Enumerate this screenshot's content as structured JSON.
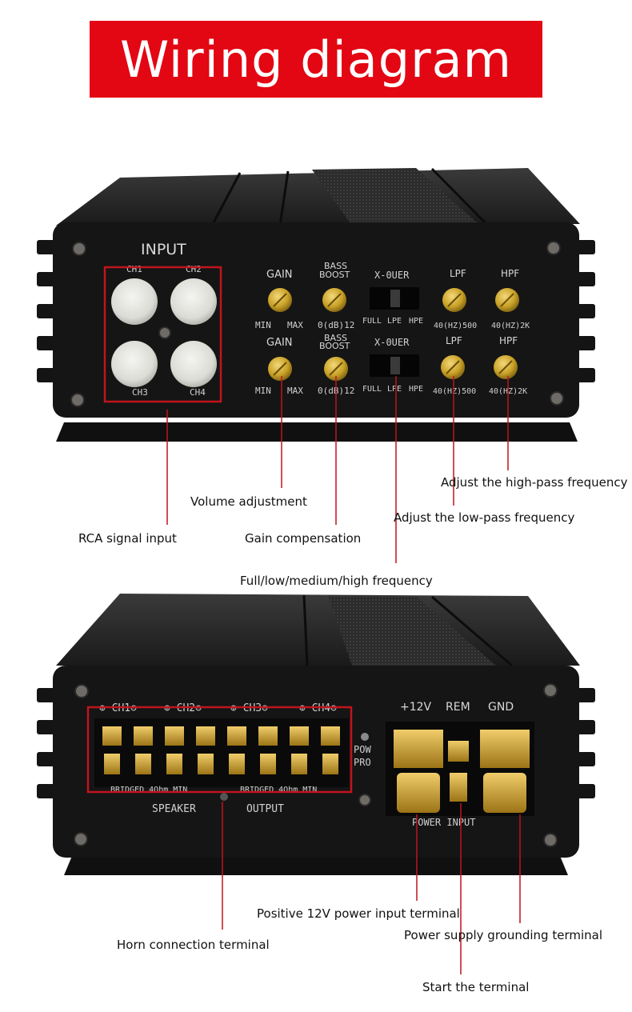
{
  "title": "Wiring diagram",
  "colors": {
    "banner": "#e30613",
    "callout": "#c0141c",
    "body": "#121212",
    "gold": "#c9a227"
  },
  "amp1": {
    "input_label": "INPUT",
    "channels": [
      "CH1",
      "CH2",
      "CH3",
      "CH4"
    ],
    "row1": {
      "gain": "GAIN",
      "gain_min": "MIN",
      "gain_max": "MAX",
      "bass": "BASS",
      "boost": "BOOST",
      "bass_range": "0(dB)12",
      "xover": "X-0UER",
      "x_full": "FULL",
      "x_lpf": "LPE",
      "x_hpf": "HPE",
      "lpf": "LPF",
      "lpf_range": "40(HZ)500",
      "hpf": "HPF",
      "hpf_range": "40(HZ)2K"
    },
    "row2": {
      "gain": "GAIN",
      "gain_min": "MIN",
      "gain_max": "MAX",
      "bass": "BASS",
      "boost": "BOOST",
      "bass_range": "0(dB)12",
      "xover": "X-0UER",
      "x_full": "FULL",
      "x_lpf": "LPE",
      "x_hpf": "HPE",
      "lpf": "LPF",
      "lpf_range": "40(HZ)500",
      "hpf": "HPF",
      "hpf_range": "40(HZ)2K"
    }
  },
  "amp2": {
    "ch1": "CH1",
    "ch2": "CH2",
    "ch3": "CH3",
    "ch4": "CH4",
    "bridged1": "BRIDGED 4Ohm MIN",
    "bridged2": "BRIDGED 4Ohm MIN",
    "speaker": "SPEAKER",
    "output": "OUTPUT",
    "pow": "POW",
    "pro": "PRO",
    "v12": "+12V",
    "rem": "REM",
    "gnd": "GND",
    "power_input": "POWER INPUT"
  },
  "callouts": {
    "hpf": "Adjust the high-pass frequency",
    "volume": "Volume adjustment",
    "lpf": "Adjust the low-pass frequency",
    "rca": "RCA signal input",
    "gain_comp": "Gain compensation",
    "full": "Full/low/medium/high frequency",
    "v12": "Positive 12V power input terminal",
    "ground": "Power supply grounding terminal",
    "horn": "Horn connection terminal",
    "start": "Start the terminal"
  }
}
